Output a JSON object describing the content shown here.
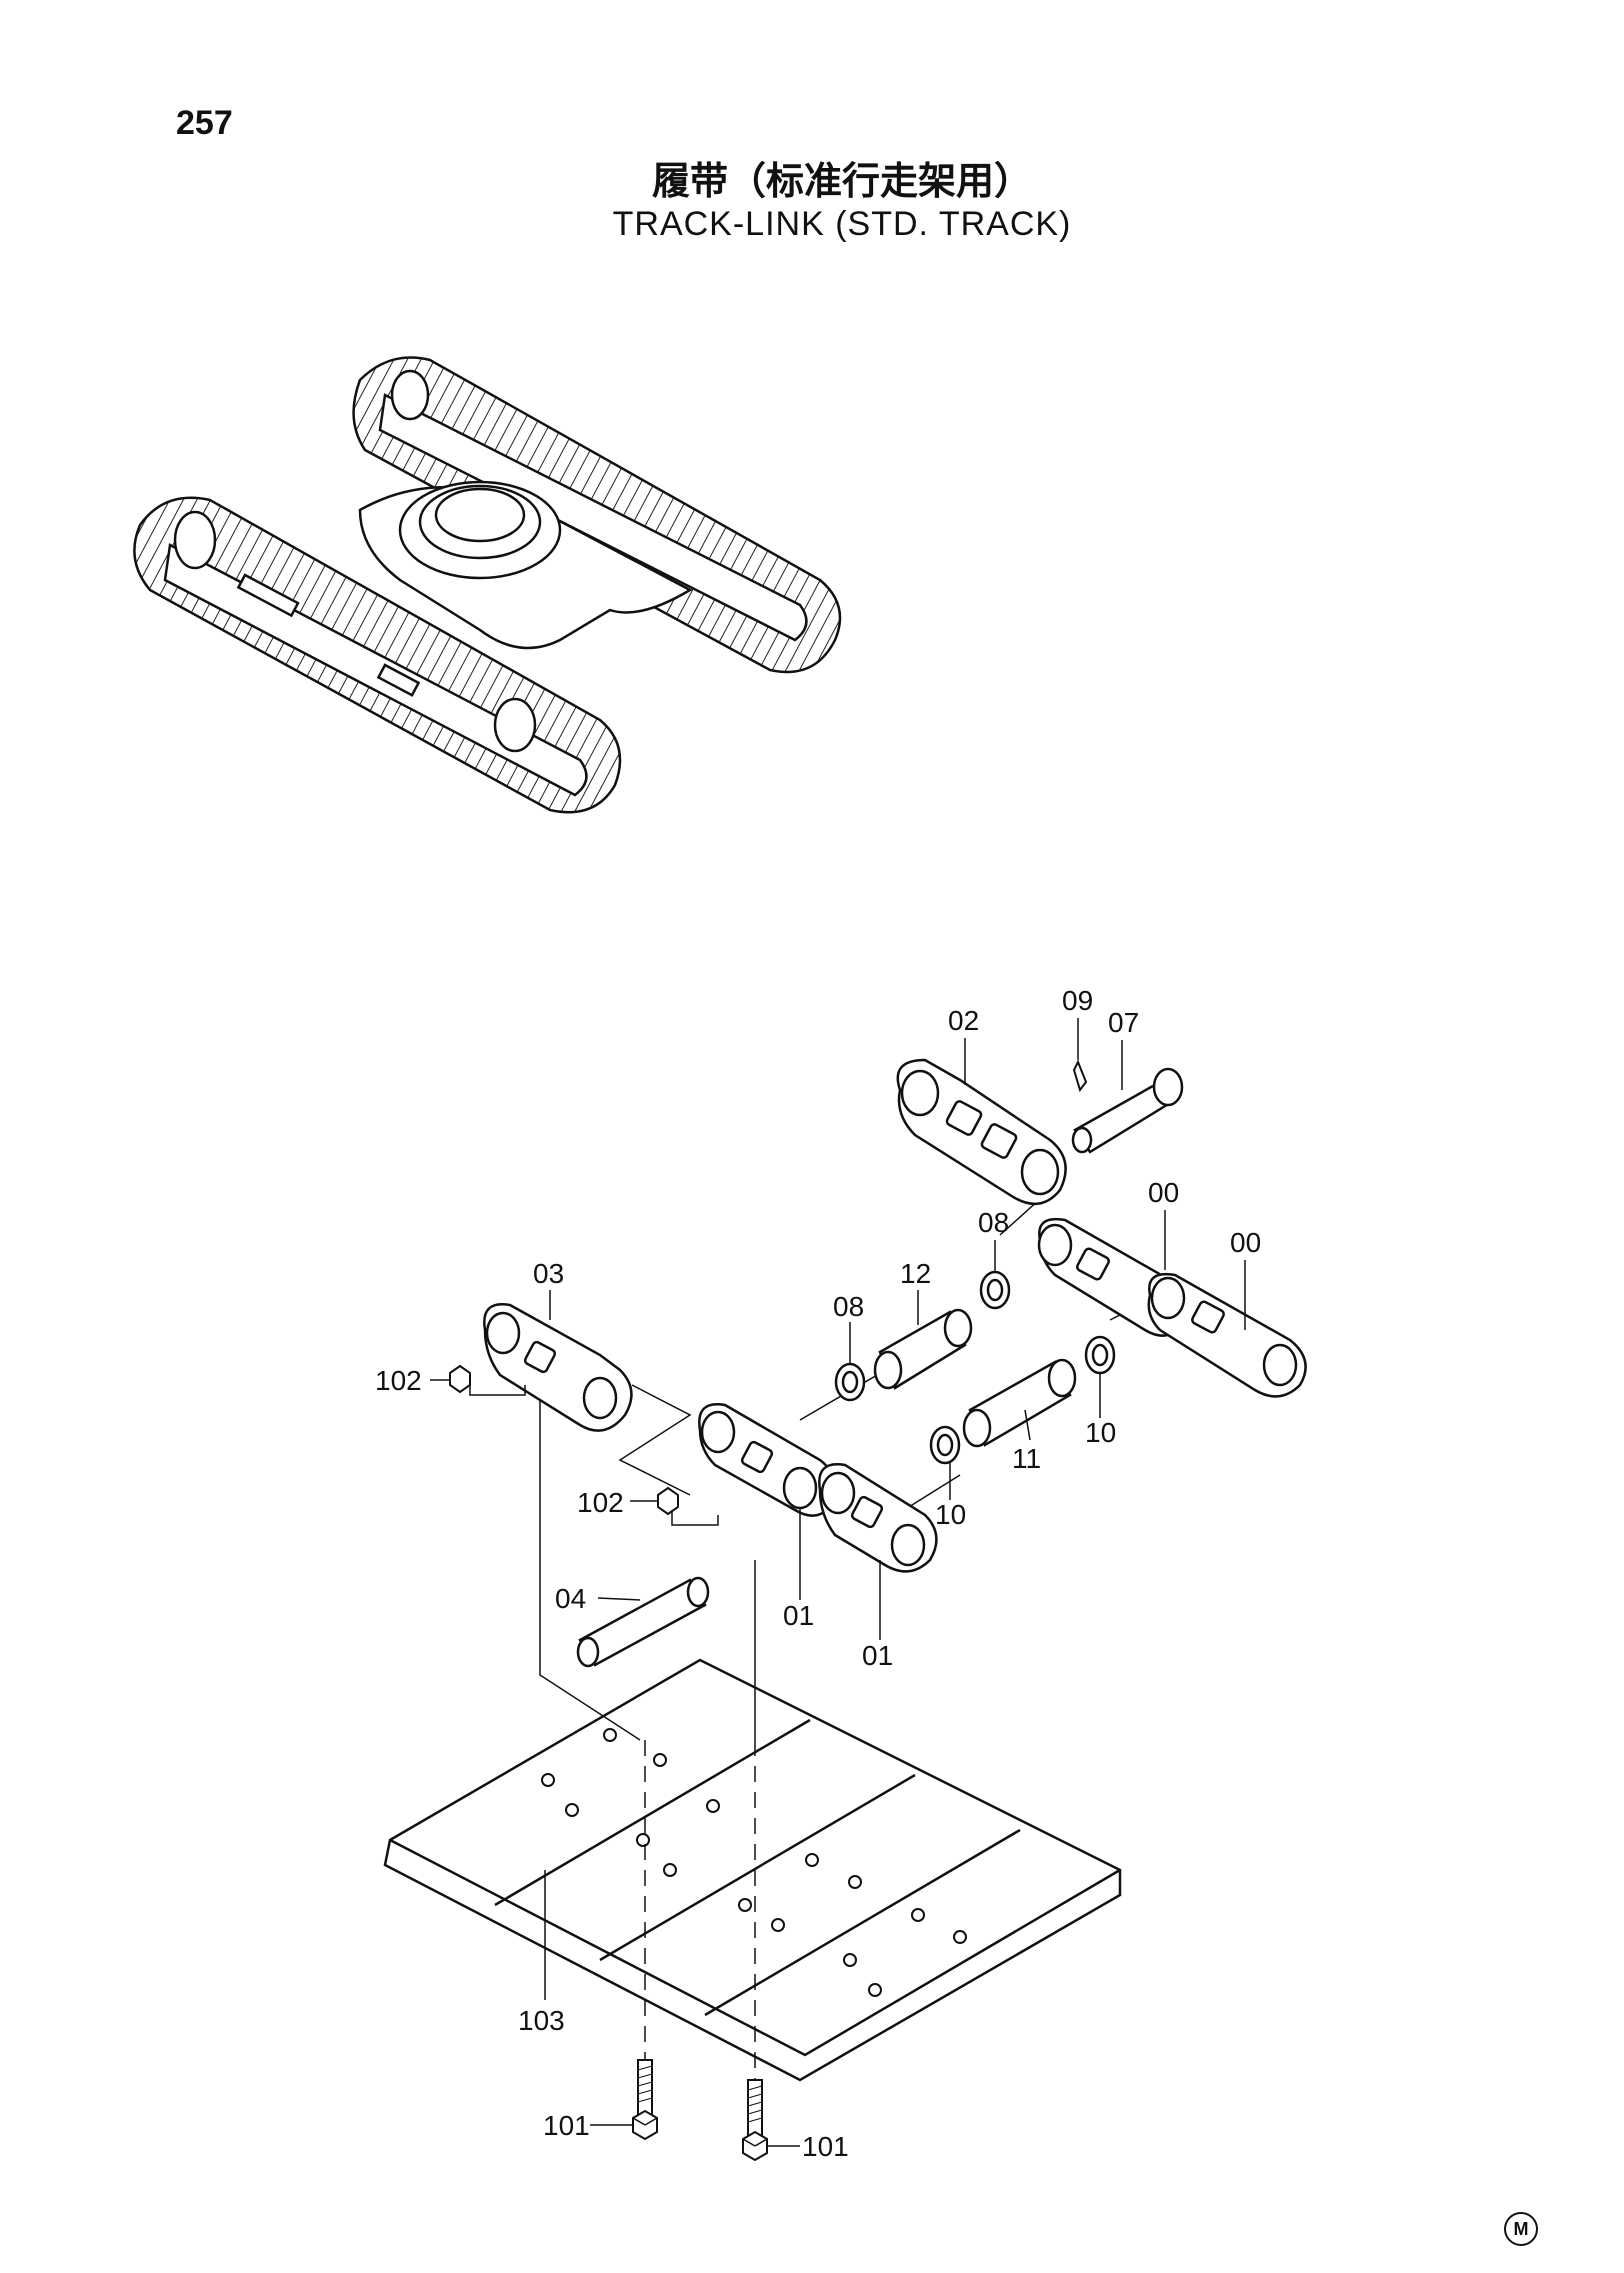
{
  "header": {
    "page_number": "257",
    "title_cn": "履带（标准行走架用）",
    "title_en": "TRACK-LINK (STD. TRACK)"
  },
  "callouts": [
    {
      "id": "c02",
      "text": "02"
    },
    {
      "id": "c09",
      "text": "09"
    },
    {
      "id": "c07",
      "text": "07"
    },
    {
      "id": "c00a",
      "text": "00"
    },
    {
      "id": "c00b",
      "text": "00"
    },
    {
      "id": "c08a",
      "text": "08"
    },
    {
      "id": "c12",
      "text": "12"
    },
    {
      "id": "c08b",
      "text": "08"
    },
    {
      "id": "c03",
      "text": "03"
    },
    {
      "id": "c102a",
      "text": "102"
    },
    {
      "id": "c10a",
      "text": "10"
    },
    {
      "id": "c11",
      "text": "11"
    },
    {
      "id": "c10b",
      "text": "10"
    },
    {
      "id": "c102b",
      "text": "102"
    },
    {
      "id": "c04",
      "text": "04"
    },
    {
      "id": "c01a",
      "text": "01"
    },
    {
      "id": "c01b",
      "text": "01"
    },
    {
      "id": "c103",
      "text": "103"
    },
    {
      "id": "c101a",
      "text": "101"
    },
    {
      "id": "c101b",
      "text": "101"
    }
  ],
  "footer": {
    "logo_text": "M"
  }
}
